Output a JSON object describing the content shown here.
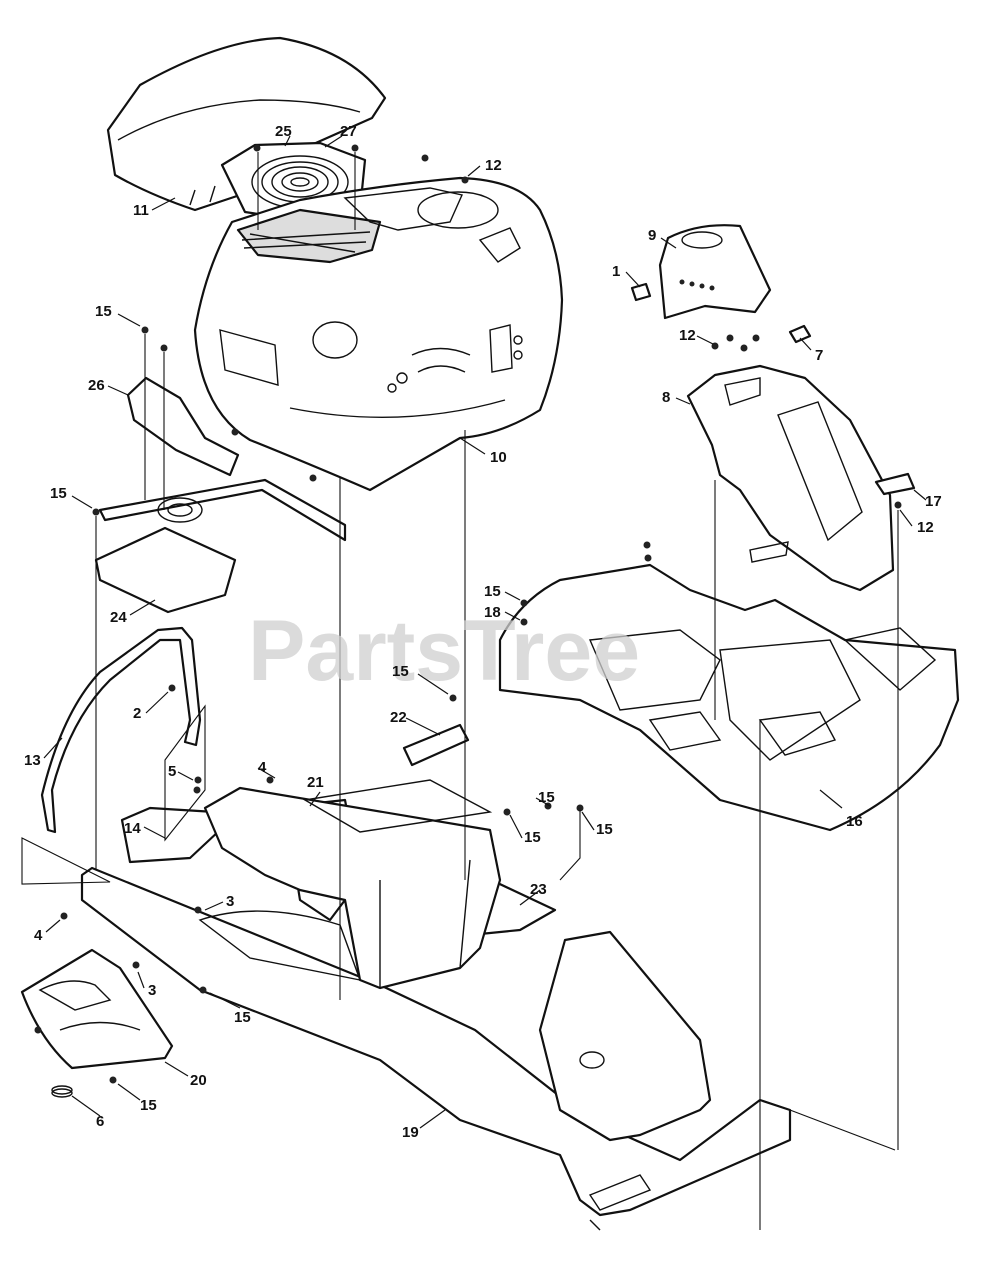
{
  "watermark": "PartsTree",
  "callouts": [
    {
      "id": "c25",
      "label": "25"
    },
    {
      "id": "c27",
      "label": "27"
    },
    {
      "id": "c11",
      "label": "11"
    },
    {
      "id": "c12a",
      "label": "12"
    },
    {
      "id": "c12b",
      "label": "12"
    },
    {
      "id": "c12c",
      "label": "12"
    },
    {
      "id": "c1",
      "label": "1"
    },
    {
      "id": "c9",
      "label": "9"
    },
    {
      "id": "c7",
      "label": "7"
    },
    {
      "id": "c8",
      "label": "8"
    },
    {
      "id": "c17",
      "label": "17"
    },
    {
      "id": "c10",
      "label": "10"
    },
    {
      "id": "c15a",
      "label": "15"
    },
    {
      "id": "c26",
      "label": "26"
    },
    {
      "id": "c15b",
      "label": "15"
    },
    {
      "id": "c24",
      "label": "24"
    },
    {
      "id": "c15c",
      "label": "15"
    },
    {
      "id": "c18",
      "label": "18"
    },
    {
      "id": "c2",
      "label": "2"
    },
    {
      "id": "c13",
      "label": "13"
    },
    {
      "id": "c15d",
      "label": "15"
    },
    {
      "id": "c22",
      "label": "22"
    },
    {
      "id": "c4a",
      "label": "4"
    },
    {
      "id": "c5",
      "label": "5"
    },
    {
      "id": "c14",
      "label": "14"
    },
    {
      "id": "c21",
      "label": "21"
    },
    {
      "id": "c15e",
      "label": "15"
    },
    {
      "id": "c15f",
      "label": "15"
    },
    {
      "id": "c15g",
      "label": "15"
    },
    {
      "id": "c16",
      "label": "16"
    },
    {
      "id": "c23",
      "label": "23"
    },
    {
      "id": "c3a",
      "label": "3"
    },
    {
      "id": "c4b",
      "label": "4"
    },
    {
      "id": "c3b",
      "label": "3"
    },
    {
      "id": "c15h",
      "label": "15"
    },
    {
      "id": "c20",
      "label": "20"
    },
    {
      "id": "c15i",
      "label": "15"
    },
    {
      "id": "c6",
      "label": "6"
    },
    {
      "id": "c19",
      "label": "19"
    }
  ]
}
